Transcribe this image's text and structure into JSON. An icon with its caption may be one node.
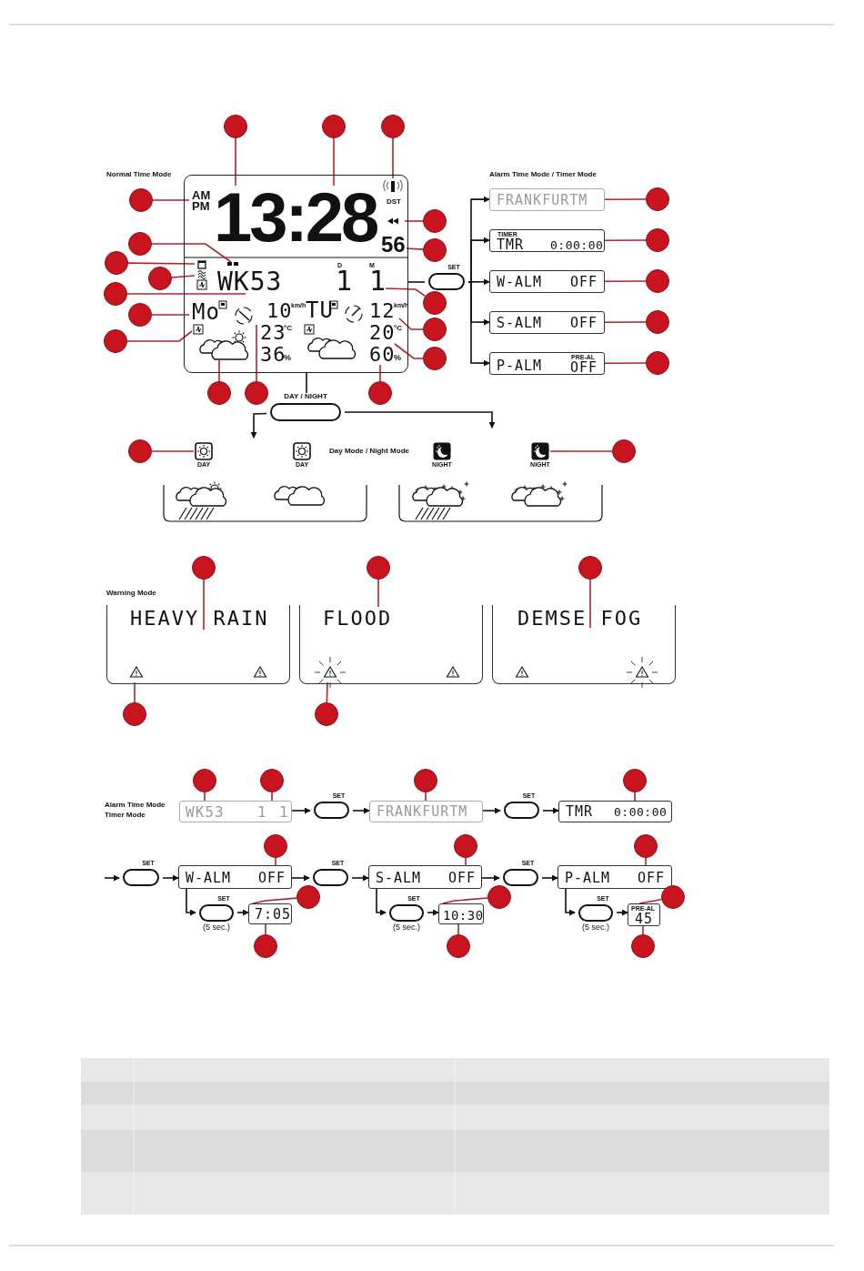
{
  "diagram": {
    "nodes": [
      {
        "text": [],
        "shape": "circle"
      },
      {
        "text": [],
        "shape": "circle"
      },
      {
        "text": [],
        "shape": "circle"
      },
      {
        "text": [
          "AM",
          "PM",
          "13:28",
          "DST",
          "56",
          "WK53",
          "D",
          "M",
          "1",
          "1",
          "Mo",
          "10",
          "km/h",
          "23",
          "°C",
          "36",
          "%",
          "TU",
          "12",
          "km/h",
          "20",
          "°C",
          "60",
          "%"
        ]
      },
      {
        "text": [],
        "shape": "circle"
      },
      {
        "text": [],
        "shape": "circle"
      },
      {
        "text": [],
        "shape": "circle"
      },
      {
        "text": [],
        "shape": "circle"
      },
      {
        "text": [],
        "shape": "circle"
      },
      {
        "text": [],
        "shape": "circle"
      },
      {
        "text": [
          "SET"
        ]
      },
      {
        "text": [
          "FRANKFURTM"
        ]
      },
      {
        "text": [],
        "shape": "circle"
      },
      {
        "text": [
          "TIMER",
          "TMR",
          "0:00:00"
        ]
      },
      {
        "text": [],
        "shape": "circle"
      },
      {
        "text": [
          "W-ALM",
          "OFF"
        ]
      },
      {
        "text": [],
        "shape": "circle"
      },
      {
        "text": [],
        "shape": "circle"
      },
      {
        "text": [],
        "shape": "circle"
      },
      {
        "text": [],
        "shape": "circle"
      },
      {
        "text": [
          "S-ALM",
          "OFF"
        ]
      },
      {
        "text": [],
        "shape": "circle"
      },
      {
        "text": [],
        "shape": "circle"
      },
      {
        "text": [],
        "shape": "circle"
      },
      {
        "text": [],
        "shape": "circle"
      },
      {
        "text": [
          "P-ALM",
          "PRE-AL",
          "OFF"
        ]
      },
      {
        "text": [],
        "shape": "circle"
      },
      {
        "text": [],
        "shape": "circle"
      },
      {
        "text": [],
        "shape": "circle"
      },
      {
        "text": [],
        "shape": "circle"
      },
      {
        "text": [
          "DAY / NIGHT"
        ]
      },
      {
        "text": [],
        "shape": "circle"
      },
      {
        "text": [
          "DAY"
        ]
      },
      {
        "text": [
          "DAY"
        ]
      },
      {
        "text": [
          "NIGHT"
        ]
      },
      {
        "text": [
          "NIGHT"
        ]
      },
      {
        "text": [],
        "shape": "circle"
      },
      {
        "text": [],
        "shape": "circle"
      },
      {
        "text": [],
        "shape": "circle"
      },
      {
        "text": [],
        "shape": "circle"
      },
      {
        "text": [
          "HEAVY RAIN"
        ]
      },
      {
        "text": [
          "FLOOD"
        ]
      },
      {
        "text": [
          "DEMSE FOG"
        ]
      },
      {
        "text": [],
        "shape": "circle"
      },
      {
        "text": [],
        "shape": "circle"
      },
      {
        "text": [],
        "shape": "circle"
      },
      {
        "text": [],
        "shape": "circle"
      },
      {
        "text": [],
        "shape": "circle"
      },
      {
        "text": [],
        "shape": "circle"
      },
      {
        "text": [
          "WK53",
          "1",
          "1"
        ]
      },
      {
        "text": [
          "SET"
        ]
      },
      {
        "text": [
          "FRANKFURTM"
        ]
      },
      {
        "text": [
          "SET"
        ]
      },
      {
        "text": [
          "TMR",
          "0:00:00"
        ]
      },
      {
        "text": [],
        "shape": "circle"
      },
      {
        "text": [],
        "shape": "circle"
      },
      {
        "text": [],
        "shape": "circle"
      },
      {
        "text": [
          "SET"
        ]
      },
      {
        "text": [
          "W-ALM",
          "OFF"
        ]
      },
      {
        "text": [
          "SET"
        ]
      },
      {
        "text": [
          "S-ALM",
          "OFF"
        ]
      },
      {
        "text": [
          "SET"
        ]
      },
      {
        "text": [
          "P-ALM",
          "OFF"
        ]
      },
      {
        "text": [],
        "shape": "circle"
      },
      {
        "text": [],
        "shape": "circle"
      },
      {
        "text": [],
        "shape": "circle"
      },
      {
        "text": [
          "SET"
        ],
        "beside": [
          "(5 sec.)"
        ]
      },
      {
        "text": [
          "7:05"
        ]
      },
      {
        "text": [
          "SET"
        ],
        "beside": [
          "(5 sec.)"
        ]
      },
      {
        "text": [
          "10:30"
        ]
      },
      {
        "text": [
          "SET"
        ],
        "beside": [
          "(5 sec.)"
        ]
      },
      {
        "text": [
          "PRE-AL",
          "45"
        ]
      },
      {
        "text": [],
        "shape": "circle"
      },
      {
        "text": [],
        "shape": "circle"
      },
      {
        "text": [],
        "shape": "circle"
      }
    ],
    "edges": [
      {
        "from": 0,
        "to": 3,
        "arrow": "none"
      },
      {
        "from": 1,
        "to": 3,
        "arrow": "none"
      },
      {
        "from": 2,
        "to": 3,
        "arrow": "none"
      },
      {
        "from": 4,
        "to": 3,
        "arrow": "none"
      },
      {
        "from": 5,
        "to": 3,
        "arrow": "none"
      },
      {
        "from": 6,
        "to": 3,
        "arrow": "none"
      },
      {
        "from": 7,
        "to": 3,
        "arrow": "none"
      },
      {
        "from": 8,
        "to": 3,
        "arrow": "none"
      },
      {
        "from": 9,
        "to": 3,
        "arrow": "none"
      },
      {
        "from": 3,
        "to": 10,
        "arrow": "none",
        "color": "#111111"
      },
      {
        "from": 10,
        "to": 11,
        "arrow": "to",
        "color": "#111111"
      },
      {
        "from": 10,
        "to": 13,
        "arrow": "to",
        "color": "#111111"
      },
      {
        "from": 10,
        "to": 15,
        "arrow": "to",
        "color": "#111111"
      },
      {
        "from": 10,
        "to": 20,
        "arrow": "to",
        "color": "#111111"
      },
      {
        "from": 10,
        "to": 25,
        "arrow": "to",
        "color": "#111111"
      },
      {
        "from": 12,
        "to": 11,
        "arrow": "none"
      },
      {
        "from": 14,
        "to": 13,
        "arrow": "none"
      },
      {
        "from": 16,
        "to": 15,
        "arrow": "none"
      },
      {
        "from": 21,
        "to": 20,
        "arrow": "none"
      },
      {
        "from": 26,
        "to": 25,
        "arrow": "none"
      },
      {
        "from": 17,
        "to": 3,
        "arrow": "none"
      },
      {
        "from": 18,
        "to": 3,
        "arrow": "none"
      },
      {
        "from": 19,
        "to": 3,
        "arrow": "none"
      },
      {
        "from": 22,
        "to": 3,
        "arrow": "none"
      },
      {
        "from": 23,
        "to": 3,
        "arrow": "none"
      },
      {
        "from": 24,
        "to": 3,
        "arrow": "none"
      },
      {
        "from": 27,
        "to": 3,
        "arrow": "none"
      },
      {
        "from": 28,
        "to": 3,
        "arrow": "none"
      },
      {
        "from": 29,
        "to": 3,
        "arrow": "none"
      },
      {
        "from": 3,
        "to": 30,
        "arrow": "none",
        "color": "#111111"
      },
      {
        "from": 30,
        "to": null,
        "arrow": "to",
        "color": "#111111"
      },
      {
        "from": 30,
        "to": null,
        "arrow": "to",
        "color": "#111111"
      },
      {
        "from": 31,
        "to": 32,
        "arrow": "none"
      },
      {
        "from": 36,
        "to": 35,
        "arrow": "none"
      },
      {
        "from": 37,
        "to": 40,
        "arrow": "none"
      },
      {
        "from": 38,
        "to": 41,
        "arrow": "none"
      },
      {
        "from": 39,
        "to": 42,
        "arrow": "none"
      },
      {
        "from": 43,
        "to": 40,
        "arrow": "none"
      },
      {
        "from": 44,
        "to": 41,
        "arrow": "none"
      },
      {
        "from": 45,
        "to": 49,
        "arrow": "none"
      },
      {
        "from": 46,
        "to": 49,
        "arrow": "none"
      },
      {
        "from": 47,
        "to": 51,
        "arrow": "none"
      },
      {
        "from": 48,
        "to": 53,
        "arrow": "none"
      },
      {
        "from": 49,
        "to": 50,
        "arrow": "to",
        "color": "#111111"
      },
      {
        "from": 50,
        "to": 51,
        "arrow": "to",
        "color": "#111111"
      },
      {
        "from": 51,
        "to": 52,
        "arrow": "to",
        "color": "#111111"
      },
      {
        "from": 52,
        "to": 53,
        "arrow": "to",
        "color": "#111111"
      },
      {
        "from": 54,
        "to": 58,
        "arrow": "none"
      },
      {
        "from": 55,
        "to": 60,
        "arrow": "none"
      },
      {
        "from": 56,
        "to": 62,
        "arrow": "none"
      },
      {
        "from": null,
        "to": 57,
        "arrow": "to",
        "color": "#111111"
      },
      {
        "from": 57,
        "to": 58,
        "arrow": "to",
        "color": "#111111"
      },
      {
        "from": 58,
        "to": 59,
        "arrow": "to",
        "color": "#111111"
      },
      {
        "from": 59,
        "to": 60,
        "arrow": "to",
        "color": "#111111"
      },
      {
        "from": 60,
        "to": 61,
        "arrow": "to",
        "color": "#111111"
      },
      {
        "from": 61,
        "to": 62,
        "arrow": "to",
        "color": "#111111"
      },
      {
        "from": 63,
        "to": 67,
        "arrow": "none"
      },
      {
        "from": 64,
        "to": 69,
        "arrow": "none"
      },
      {
        "from": 65,
        "to": 71,
        "arrow": "none"
      },
      {
        "from": 58,
        "to": 66,
        "arrow": "to",
        "color": "#111111"
      },
      {
        "from": 66,
        "to": 67,
        "arrow": "to",
        "color": "#111111"
      },
      {
        "from": 60,
        "to": 68,
        "arrow": "to",
        "color": "#111111"
      },
      {
        "from": 68,
        "to": 69,
        "arrow": "to",
        "color": "#111111"
      },
      {
        "from": 62,
        "to": 70,
        "arrow": "to",
        "color": "#111111"
      },
      {
        "from": 70,
        "to": 71,
        "arrow": "to",
        "color": "#111111"
      },
      {
        "from": 72,
        "to": 67,
        "arrow": "none"
      },
      {
        "from": 73,
        "to": 69,
        "arrow": "none"
      },
      {
        "from": 74,
        "to": 71,
        "arrow": "none"
      }
    ],
    "labels": [
      "Normal Time Mode",
      "Alarm Time Mode / Timer Mode",
      "Day Mode / Night Mode",
      "Warning Mode",
      "Alarm Time Mode",
      "Timer Mode"
    ]
  }
}
